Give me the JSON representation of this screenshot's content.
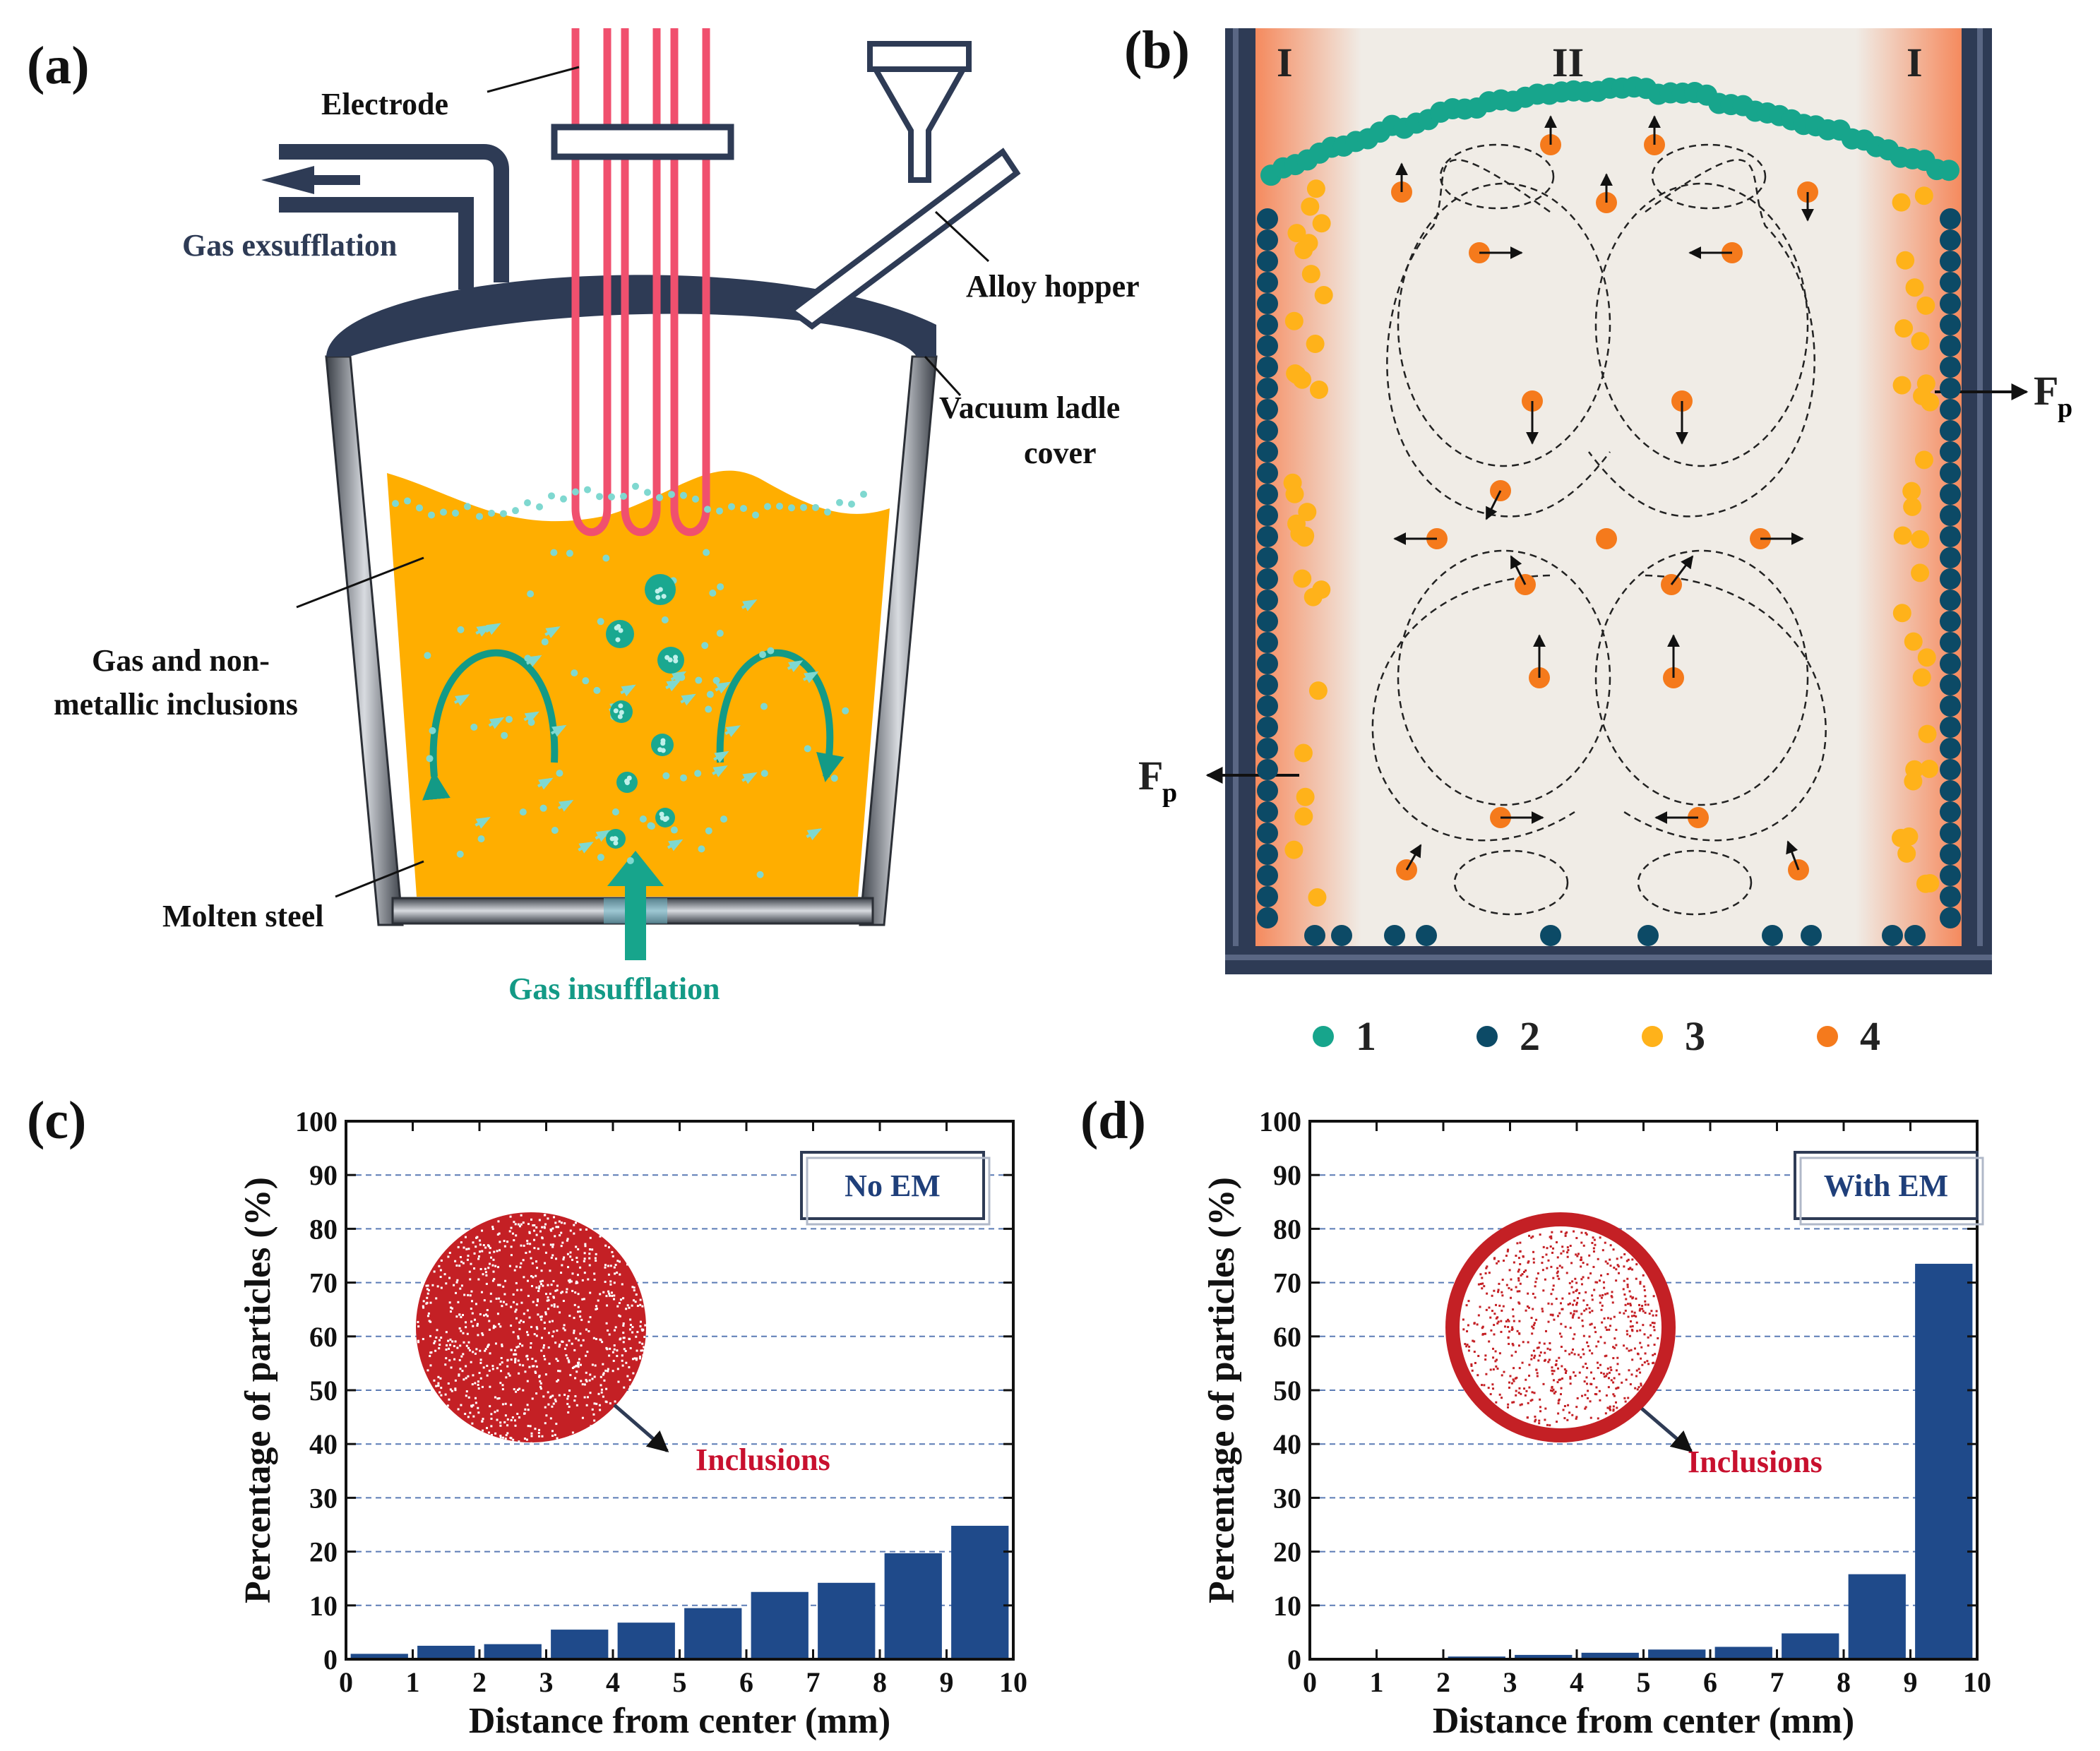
{
  "panels": {
    "a": {
      "label": "(a)",
      "callouts": {
        "electrode": "Electrode",
        "gas_exsufflation": "Gas exsufflation",
        "alloy_hopper": "Alloy hopper",
        "cover_line1": "Vacuum ladle",
        "cover_line2": "cover",
        "inclusions_line1": "Gas and non-",
        "inclusions_line2": "metallic inclusions",
        "molten_steel": "Molten steel",
        "gas_insufflation": "Gas insufflation"
      },
      "colors": {
        "steel": "#ffae00",
        "electrode": "#f0506e",
        "wall": "#2e3b55",
        "bubble": "#1aa890",
        "inclusion": "#7fd8d0"
      }
    },
    "b": {
      "label": "(b)",
      "regions": [
        "I",
        "II",
        "I"
      ],
      "force_label": "F",
      "force_subscript": "p",
      "legend": [
        {
          "label": "1",
          "color": "#17a58c"
        },
        {
          "label": "2",
          "color": "#0c4a66"
        },
        {
          "label": "3",
          "color": "#ffb21a"
        },
        {
          "label": "4",
          "color": "#f57a1c"
        }
      ]
    },
    "c": {
      "label": "(c)",
      "legend_box": "No EM",
      "annotation": "Inclusions"
    },
    "d": {
      "label": "(d)",
      "legend_box": "With EM",
      "annotation": "Inclusions"
    }
  },
  "chart_data": [
    {
      "type": "bar",
      "panel": "c",
      "xlabel": "Distance from center (mm)",
      "ylabel": "Percentage of particles (%)",
      "x_ticks": [
        0,
        1,
        2,
        3,
        4,
        5,
        6,
        7,
        8,
        9,
        10
      ],
      "y_ticks": [
        0,
        10,
        20,
        30,
        40,
        50,
        60,
        70,
        80,
        90,
        100
      ],
      "xlim": [
        0,
        10
      ],
      "ylim": [
        0,
        100
      ],
      "categories": [
        "0-1",
        "1-2",
        "2-3",
        "3-4",
        "4-5",
        "5-6",
        "6-7",
        "7-8",
        "8-9",
        "9-10"
      ],
      "values": [
        1,
        2.5,
        2.8,
        5.5,
        6.8,
        9.5,
        12.5,
        14.2,
        19.7,
        24.8
      ],
      "bar_color": "#1f4a8a",
      "grid": "horizontal dashed",
      "legend": "No EM"
    },
    {
      "type": "bar",
      "panel": "d",
      "xlabel": "Distance from center (mm)",
      "ylabel": "Percentage of particles (%)",
      "x_ticks": [
        0,
        1,
        2,
        3,
        4,
        5,
        6,
        7,
        8,
        9,
        10
      ],
      "y_ticks": [
        0,
        10,
        20,
        30,
        40,
        50,
        60,
        70,
        80,
        90,
        100
      ],
      "xlim": [
        0,
        10
      ],
      "ylim": [
        0,
        100
      ],
      "categories": [
        "0-1",
        "1-2",
        "2-3",
        "3-4",
        "4-5",
        "5-6",
        "6-7",
        "7-8",
        "8-9",
        "9-10"
      ],
      "values": [
        0,
        0.2,
        0.5,
        0.8,
        1.2,
        1.8,
        2.3,
        4.8,
        15.8,
        73.5
      ],
      "bar_color": "#1f4a8a",
      "grid": "horizontal dashed",
      "legend": "With EM"
    }
  ]
}
